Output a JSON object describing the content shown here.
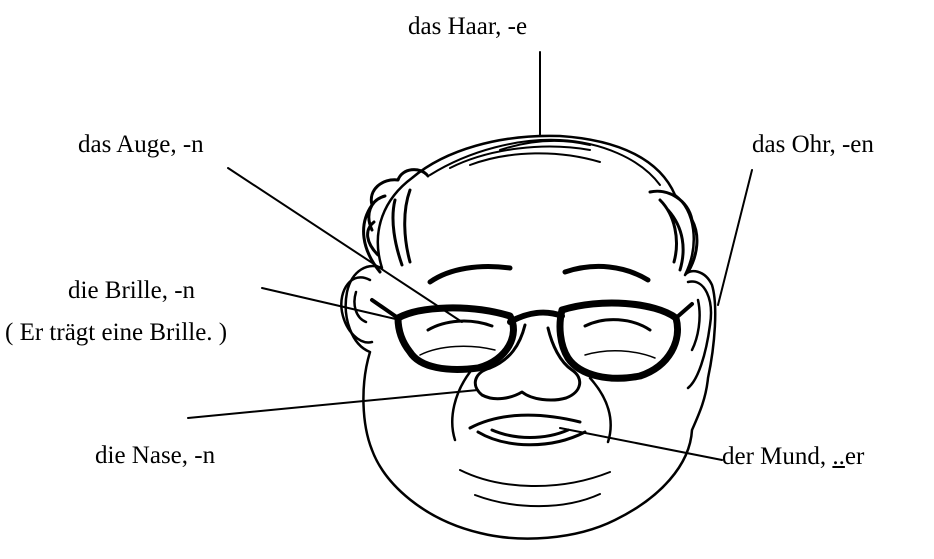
{
  "labels": {
    "haar": "das Haar, -e",
    "auge": "das Auge, -n",
    "ohr": "das Ohr, -en",
    "brille": "die Brille, -n",
    "brille_note": "( Er trägt eine Brille. )",
    "nase": "die Nase, -n",
    "mund_prefix": "der Mund, ",
    "mund_umlaut": "..",
    "mund_suffix": "er"
  },
  "colors": {
    "ink": "#000000",
    "background": "#ffffff"
  }
}
